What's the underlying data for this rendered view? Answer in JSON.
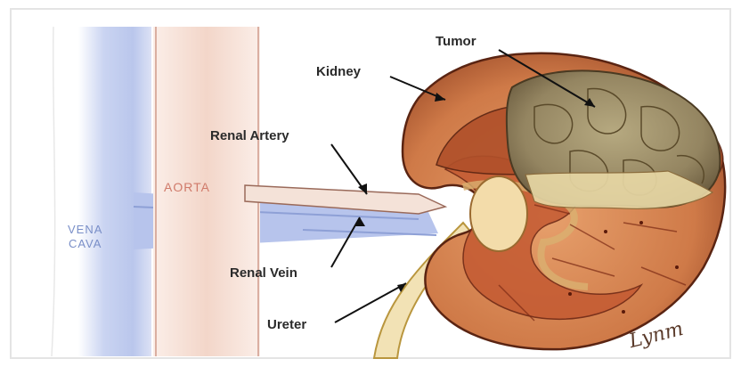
{
  "diagram": {
    "labels": {
      "tumor": "Tumor",
      "kidney": "Kidney",
      "renal_artery": "Renal Artery",
      "aorta": "AORTA",
      "vena_cava_line1": "VENA",
      "vena_cava_line2": "CAVA",
      "renal_vein": "Renal Vein",
      "ureter": "Ureter",
      "signature": "Lynm"
    },
    "colors": {
      "background": "#ffffff",
      "vena_cava": "#b9c6ea",
      "aorta": "#f4d9cf",
      "kidney": "#d98a5a",
      "kidney_dark": "#8a3a22",
      "tumor": "#9c8e64",
      "label_text": "#2a2a2a"
    }
  }
}
